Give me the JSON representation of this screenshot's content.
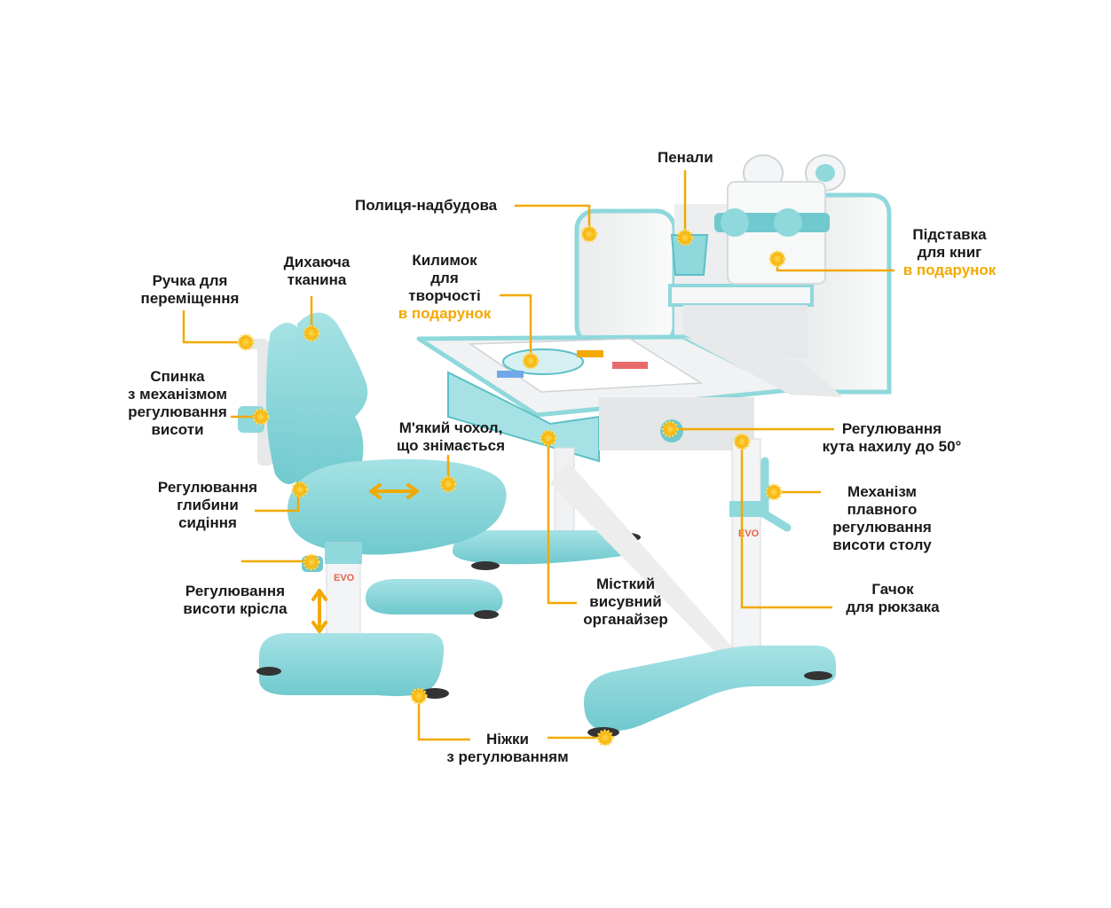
{
  "colors": {
    "accent": "#f2a900",
    "turquoise": "#8fd8dc",
    "turquoise_dark": "#5cc0c6",
    "white_panel": "#f3f4f5",
    "text": "#1a1a1a"
  },
  "labels": {
    "shelf": [
      "Полиця-надбудова"
    ],
    "pencil_cases": [
      "Пенали"
    ],
    "book_stand": [
      "Підставка",
      "для книг"
    ],
    "book_stand_gift": "в подарунок",
    "creative_mat": [
      "Килимок",
      "для",
      "творчості"
    ],
    "creative_mat_gift": "в подарунок",
    "handle": [
      "Ручка для",
      "переміщення"
    ],
    "breathable": [
      "Дихаюча",
      "тканина"
    ],
    "backrest": [
      "Спинка",
      "з механізмом",
      "регулювання",
      "висоти"
    ],
    "soft_cover": [
      "М'який чохол,",
      "що знімається"
    ],
    "tilt": [
      "Регулювання",
      "кута нахилу до 50°"
    ],
    "seat_depth": [
      "Регулювання",
      "глибини",
      "сидіння"
    ],
    "height_mech": [
      "Механізм",
      "плавного",
      "регулювання",
      "висоти столу"
    ],
    "chair_height": [
      "Регулювання",
      "висоти крісла"
    ],
    "organizer": [
      "Місткий",
      "висувний",
      "органайзер"
    ],
    "hook": [
      "Гачок",
      "для рюкзака"
    ],
    "feet": [
      "Ніжки",
      "з регулюванням"
    ]
  },
  "logo_text": "EVO"
}
